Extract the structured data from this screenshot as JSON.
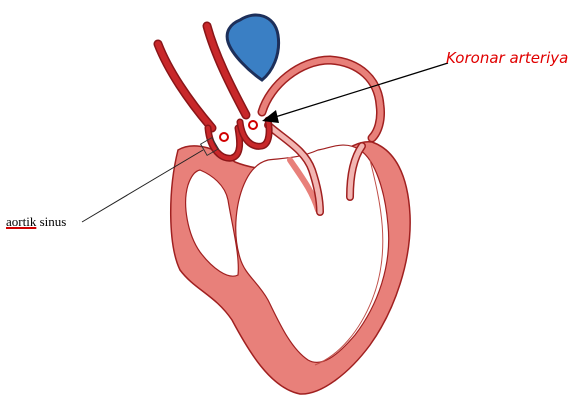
{
  "labels": {
    "coronary_artery": "Koronar arteriya",
    "aortic_sinus_word1": "aortik",
    "aortic_sinus_word2": " sinus"
  },
  "colors": {
    "heart_fill": "#e8807a",
    "heart_stroke": "#a02020",
    "artery_red": "#c8282a",
    "artery_dark": "#8a1518",
    "vein_blue": "#3a7fc4",
    "vein_dark": "#1d2f5a",
    "coronary_label": "#e00000"
  }
}
